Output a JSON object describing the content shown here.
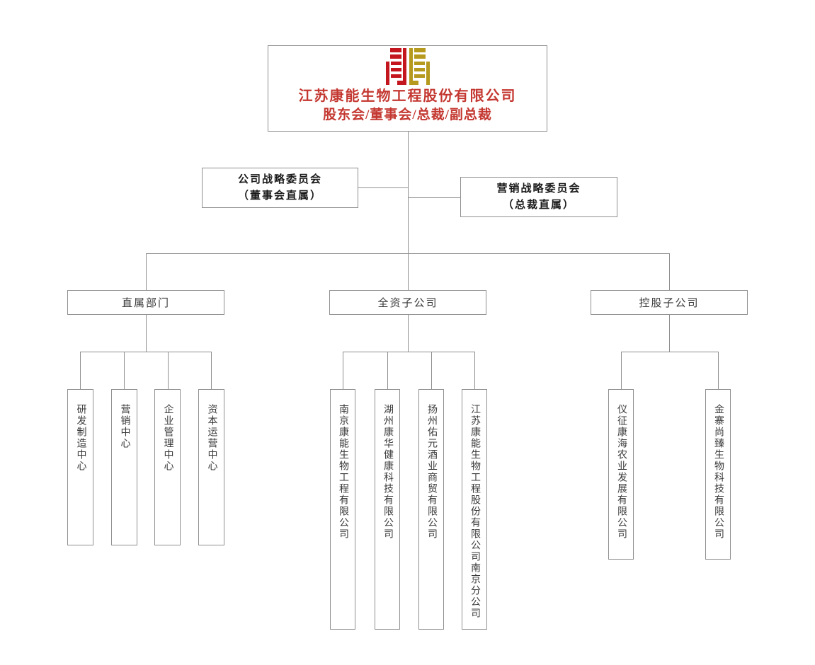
{
  "colors": {
    "background": "#ffffff",
    "line_gray": "#8f8f8f",
    "box_border": "#8f8f8f",
    "node_text": "#3a3a3a",
    "title_red": "#c43831",
    "logo_red": "#c4161e",
    "logo_gold": "#b59a1e"
  },
  "icons": {
    "logo": "company-logo-icon"
  },
  "root": {
    "company_name": "江苏康能生物工程股份有限公司",
    "governance_line": "股东会/董事会/总裁/副总裁"
  },
  "committees": [
    {
      "name": "公司战略委员会",
      "subtitle": "（董事会直属）"
    },
    {
      "name": "营销战略委员会",
      "subtitle": "（总裁直属）"
    }
  ],
  "branches": [
    {
      "label": "直属部门",
      "children": [
        "研发制造中心",
        "营销中心",
        "企业管理中心",
        "资本运营中心"
      ]
    },
    {
      "label": "全资子公司",
      "children": [
        "南京康能生物工程有限公司",
        "湖州康华健康科技有限公司",
        "扬州佑元酒业商贸有限公司",
        "江苏康能生物工程股份有限公司南京分公司"
      ]
    },
    {
      "label": "控股子公司",
      "children": [
        "仪征康海农业发展有限公司",
        "金寨尚臻生物科技有限公司"
      ]
    }
  ]
}
